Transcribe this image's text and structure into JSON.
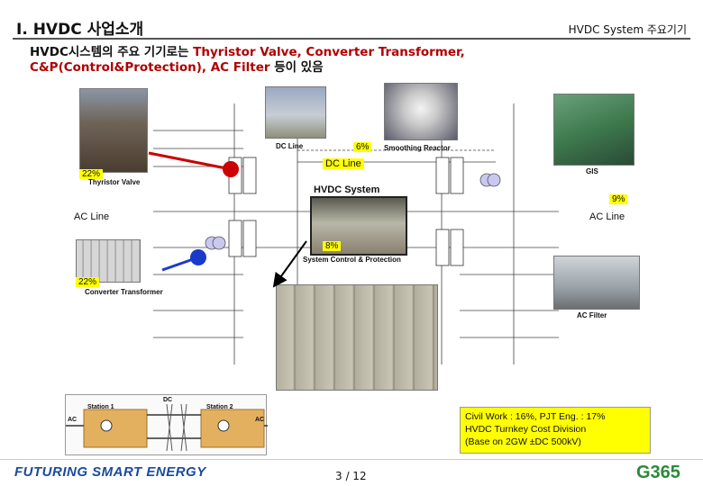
{
  "header": {
    "title": "I.  HVDC 사업소개",
    "subtitle_right": "HVDC System 주요기기"
  },
  "intro": {
    "line1_prefix": "HVDC시스템의 주요 기기로는 ",
    "line1_highlight": "Thyristor Valve, Converter Transformer,",
    "line2_highlight": "C&P(Control&Protection), AC Filter",
    "line2_suffix": " 등이 있음"
  },
  "diagram": {
    "dc_line_label": "DC Line",
    "smoothing_reactor_label": "Smoothing Reactor",
    "thyristor_valve_label": "Thyristor Valve",
    "hvdc_system_label": "HVDC System",
    "gis_label": "GIS",
    "system_control_label": "System Control & Protection",
    "converter_transformer_label": "Converter Transformer",
    "ac_filter_label": "AC Filter"
  },
  "callouts": {
    "pct_smoothing": "6%",
    "dc_line": "DC Line",
    "pct_thyristor": "22%",
    "pct_acfilter": "9%",
    "ac_line_left": "AC Line",
    "ac_line_right": "AC Line",
    "pct_control": "8%",
    "pct_transformer": "22%"
  },
  "station_diagram": {
    "dc": "DC",
    "station1": "Station 1",
    "station2": "Station 2",
    "ac_left": "AC",
    "ac_right": "AC"
  },
  "note": {
    "text": "Civil Work : 16%, PJT Eng. : 17%\nHVDC Turnkey Cost Division\n(Base on 2GW ±DC 500kV)"
  },
  "footer": {
    "logo_text": "FUTURING SMART ENERGY",
    "page": "3 / 12",
    "brand_logo": "G365"
  },
  "colors": {
    "highlight_red": "#b00000",
    "callout_yellow": "#ffff00",
    "arrow_red": "#cc0000",
    "arrow_blue": "#1a3acc",
    "logo_blue": "#1a4aa0",
    "logo_green": "#2a8a3a"
  }
}
